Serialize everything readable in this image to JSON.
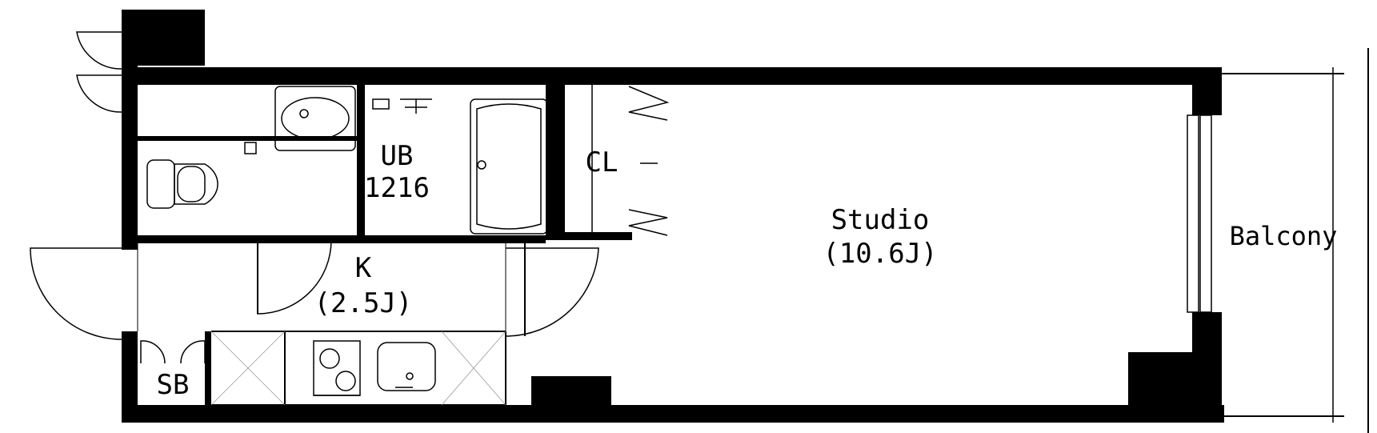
{
  "rooms": {
    "studio": {
      "name": "Studio",
      "size": "(10.6J)"
    },
    "kitchen": {
      "name": "K",
      "size": "(2.5J)"
    },
    "bath": {
      "name": "UB",
      "size": "1216"
    },
    "closet": {
      "name": "CL"
    },
    "storage": {
      "name": "SB"
    },
    "balcony": {
      "name": "Balcony"
    }
  },
  "colors": {
    "wall": "#000000",
    "background": "#ffffff",
    "fixture": "#000000"
  }
}
